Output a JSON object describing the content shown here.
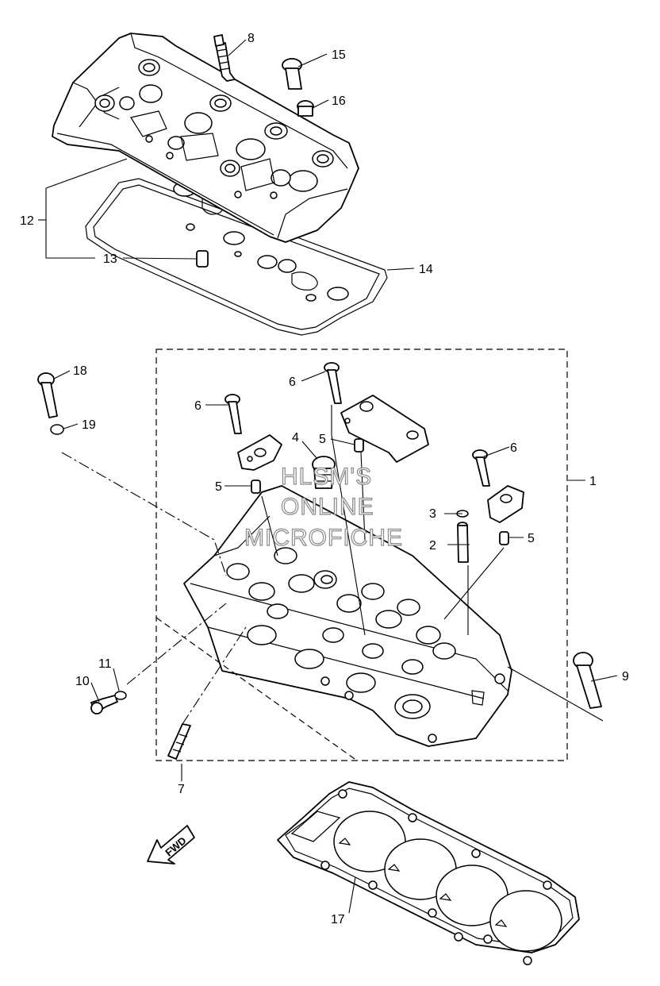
{
  "callouts": {
    "c1": "1",
    "c2": "2",
    "c3": "3",
    "c4": "4",
    "c5a": "5",
    "c5b": "5",
    "c5c": "5",
    "c6a": "6",
    "c6b": "6",
    "c6c": "6",
    "c7": "7",
    "c8": "8",
    "c9": "9",
    "c10": "10",
    "c11": "11",
    "c12": "12",
    "c13": "13",
    "c14": "14",
    "c15": "15",
    "c16": "16",
    "c17": "17",
    "c18": "18",
    "c19": "19"
  },
  "watermark": {
    "line1": "HLSM'S",
    "line2": "ONLINE",
    "line3": "MICROFICHE"
  },
  "fwd_arrow": {
    "label": "FWD"
  }
}
